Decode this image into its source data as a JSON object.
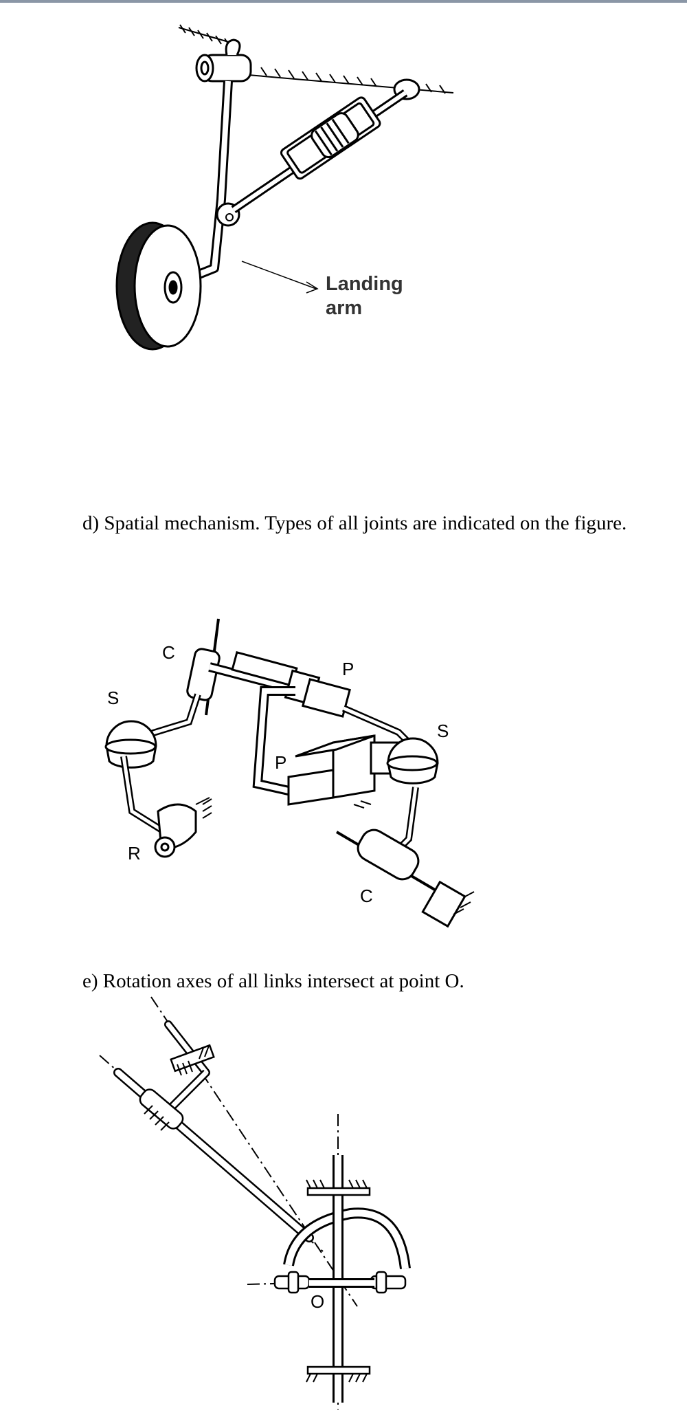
{
  "figure_a": {
    "label_line1": "Landing",
    "label_line2": "arm"
  },
  "caption_d": "d) Spatial mechanism. Types of all joints are indicated on the figure.",
  "figure_d": {
    "joint_C_top": "C",
    "joint_P_top": "P",
    "joint_S_left": "S",
    "joint_S_right": "S",
    "joint_P_middle": "P",
    "joint_R": "R",
    "joint_C_bottom": "C"
  },
  "caption_e": "e) Rotation axes of all links intersect at point O.",
  "figure_e": {
    "point_label": "O"
  }
}
